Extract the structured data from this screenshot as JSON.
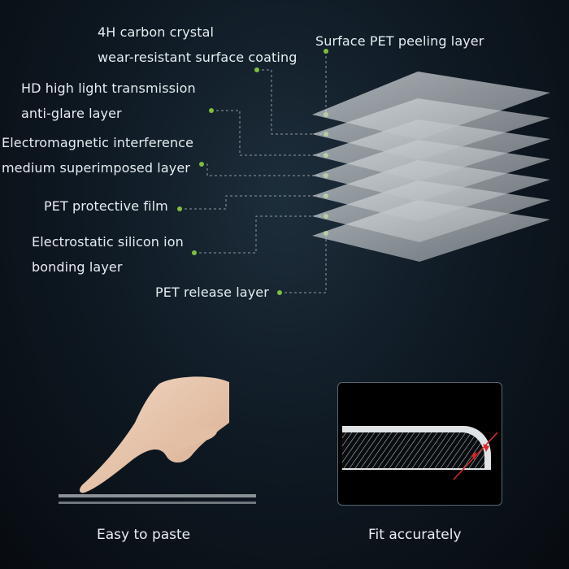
{
  "layers": {
    "carbon_crystal": [
      "4H carbon crystal",
      "wear-resistant surface coating"
    ],
    "surface_pet": "Surface PET peeling layer",
    "hd_transmission": [
      "HD high light transmission",
      "anti-glare layer"
    ],
    "emi_medium": [
      "Electromagnetic interference",
      "medium superimposed layer"
    ],
    "pet_protective": "PET protective film",
    "electrostatic": [
      "Electrostatic silicon ion",
      "bonding layer"
    ],
    "pet_release": "PET release layer"
  },
  "features": {
    "easy_paste": "Easy to paste",
    "fit_accurately": "Fit accurately"
  },
  "colors": {
    "dot": "#7fbf3f",
    "leader": "#8d99a3",
    "sheet": "#c9ced2"
  }
}
